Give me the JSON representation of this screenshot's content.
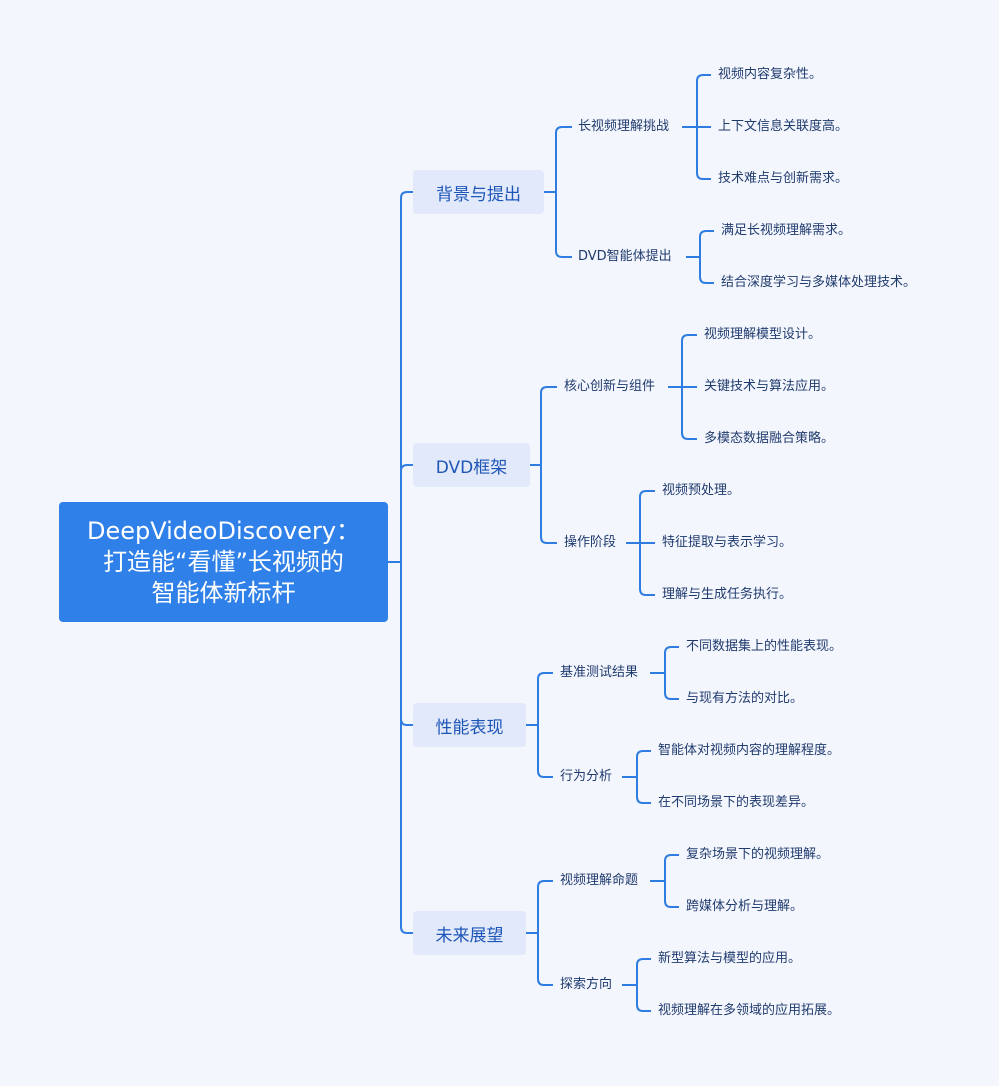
{
  "root": {
    "title_line1": "DeepVideoDiscovery：",
    "title_line2": "打造能“看懂”长视频的",
    "title_line3": "智能体新标杆"
  },
  "branches": [
    {
      "label": "背景与提出",
      "children": [
        {
          "label": "长视频理解挑战",
          "leaves": [
            "视频内容复杂性。",
            "上下文信息关联度高。",
            "技术难点与创新需求。"
          ]
        },
        {
          "label": "DVD智能体提出",
          "leaves": [
            "满足长视频理解需求。",
            "结合深度学习与多媒体处理技术。"
          ]
        }
      ]
    },
    {
      "label": "DVD框架",
      "children": [
        {
          "label": "核心创新与组件",
          "leaves": [
            "视频理解模型设计。",
            "关键技术与算法应用。",
            "多模态数据融合策略。"
          ]
        },
        {
          "label": "操作阶段",
          "leaves": [
            "视频预处理。",
            "特征提取与表示学习。",
            "理解与生成任务执行。"
          ]
        }
      ]
    },
    {
      "label": "性能表现",
      "children": [
        {
          "label": "基准测试结果",
          "leaves": [
            "不同数据集上的性能表现。",
            "与现有方法的对比。"
          ]
        },
        {
          "label": "行为分析",
          "leaves": [
            "智能体对视频内容的理解程度。",
            "在不同场景下的表现差异。"
          ]
        }
      ]
    },
    {
      "label": "未来展望",
      "children": [
        {
          "label": "视频理解命题",
          "leaves": [
            "复杂场景下的视频理解。",
            "跨媒体分析与理解。"
          ]
        },
        {
          "label": "探索方向",
          "leaves": [
            "新型算法与模型的应用。",
            "视频理解在多领域的应用拓展。"
          ]
        }
      ]
    }
  ],
  "colors": {
    "background": "#f4f6fd",
    "root": "#2f80e8",
    "branch": "#e2e9fa",
    "line": "#2f7de0",
    "branch_text": "#1e56b8",
    "text": "#1f3b6e"
  }
}
